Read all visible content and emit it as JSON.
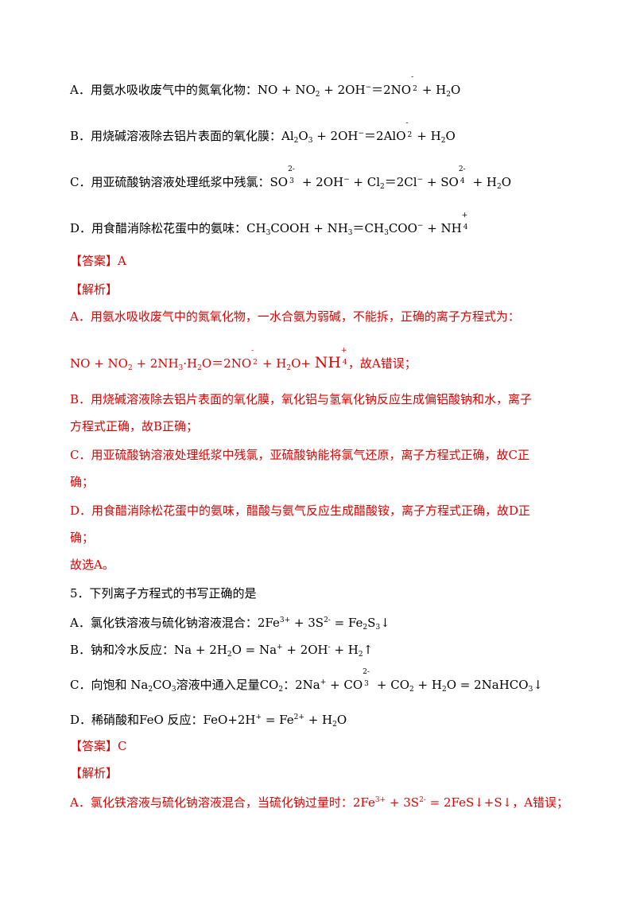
{
  "q4": {
    "opt_a": {
      "label": "A．",
      "text": "用氨水吸收废气中的氮氧化物：NO + NO",
      "r1": " + 2OH",
      "r2": "＝2NO",
      "r3": " + H",
      "r4": "O",
      "s2": "2",
      "m": "−",
      "chg": "-",
      "sub2": "2",
      "s3": "2"
    },
    "opt_b": {
      "label": "B．",
      "text": "用烧碱溶液除去铝片表面的氧化膜：Al",
      "s1": "2",
      "o3": "O",
      "s2": "3",
      "r1": " + 2OH",
      "m": "−",
      "r2": "＝2AlO",
      "chg": "-",
      "sub2": "2",
      "r3": " + H",
      "s3": "2",
      "r4": "O"
    },
    "opt_c": {
      "label": "C．",
      "text": "用亚硫酸钠溶液处理纸浆中残氯：SO",
      "chg1": "2-",
      "sub1": "3",
      "r1": " + 2OH",
      "m1": "−",
      "r2": " + Cl",
      "s1": "2",
      "r3": "＝2Cl",
      "m2": "−",
      "r4": " + SO",
      "chg2": "2-",
      "sub2": "4",
      "r5": " + H",
      "s2": "2",
      "r6": "O"
    },
    "opt_d": {
      "label": "D．",
      "text": "用食醋消除松花蛋中的氨味：CH",
      "s1": "3",
      "r1": "COOH + NH",
      "s2": "3",
      "r2": "＝CH",
      "s3": "3",
      "r3": "COO",
      "m": "−",
      "r4": " + NH",
      "chg": "+",
      "sub": "4"
    },
    "answer": {
      "open": "【答案】",
      "value": "A"
    },
    "analysis": {
      "title": "【解析】"
    },
    "ana_a1": "A．用氨水吸收废气中的氮氧化物，一水合氨为弱碱，不能拆，正确的离子方程式为：",
    "ana_a2": {
      "t1": "NO + NO",
      "s1": "2",
      "t2": " + 2NH",
      "s2": "3",
      "t3": "·H",
      "s3": "2",
      "t4": "O＝2NO",
      "chg": "-",
      "sub": "2",
      "t5": " + H",
      "s4": "2",
      "t6": "O+ ",
      "nh": "NH",
      "nhchg": "+",
      "nhsub": "4",
      "t7": "，故A错误；"
    },
    "ana_b1": "B．用烧碱溶液除去铝片表面的氧化膜，氧化铝与氢氧化钠反应生成偏铝酸钠和水，离子",
    "ana_b2": "方程式正确，故B正确；",
    "ana_c1": "C．用亚硫酸钠溶液处理纸浆中残氯，亚硫酸钠能将氯气还原，离子方程式正确，故C正",
    "ana_c2": "确；",
    "ana_d1": "D．用食醋消除松花蛋中的氨味，醋酸与氨气反应生成醋酸铵，离子方程式正确，故D正",
    "ana_d2": "确；",
    "ana_end": "故选A。",
    "q5": {
      "stem": "5．下列离子方程式的书写正确的是",
      "opt_a": {
        "t1": "A．氯化铁溶液与硫化钠溶液混合：2Fe",
        "p1": "3+",
        "t2": " + 3S",
        "p2": "2-",
        "t3": " = Fe",
        "s1": "2",
        "t4": "S",
        "s2": "3",
        "t5": "↓"
      },
      "opt_b": {
        "t1": "B．钠和冷水反应：Na + 2H",
        "s1": "2",
        "t2": "O = Na",
        "p1": "+",
        "t3": " + 2OH",
        "p2": "-",
        "t4": " + H",
        "s2": "2",
        "t5": "↑"
      },
      "opt_c": {
        "t1": "C．向饱和 Na",
        "s1": "2",
        "t2": "CO",
        "s2": "3",
        "t3": "溶液中通入足量CO",
        "s3": "2",
        "t4": "：2Na",
        "p1": "+",
        "t5": " + CO",
        "chg": "2-",
        "sub": "3",
        "t6": " + CO",
        "s4": "2",
        "t7": " + H",
        "s5": "2",
        "t8": "O = 2NaHCO",
        "s6": "3",
        "t9": "↓"
      },
      "opt_d": {
        "t1": "D．稀硝酸和FeO 反应：FeO+2H",
        "p1": "+",
        "t2": " = Fe",
        "p2": "2+",
        "t3": " + H",
        "s1": "2",
        "t4": "O"
      }
    },
    "answer2": {
      "open": "【答案】",
      "value": "C"
    },
    "analysis2": {
      "title": "【解析】"
    },
    "ana2_a": {
      "t1": "A．氯化铁溶液与硫化钠溶液混合，当硫化钠过量时：2Fe",
      "p1": "3+",
      "t2": " + 3S",
      "p2": "2-",
      "t3": " = 2FeS↓+S↓，A错误；"
    }
  }
}
